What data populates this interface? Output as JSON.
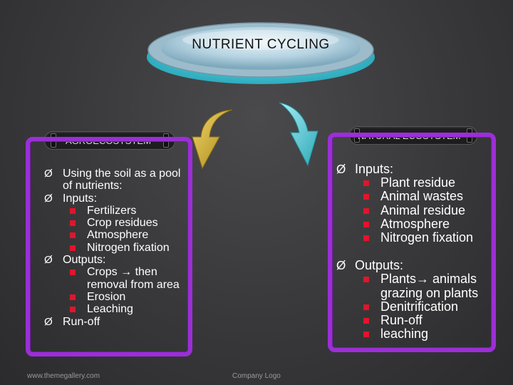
{
  "title": "NUTRIENT CYCLING",
  "left_panel": {
    "tab_label": "AGROECOSYSTEM",
    "items": [
      {
        "text": "Using the soil as a pool of nutrients:",
        "sub": []
      },
      {
        "text": "Inputs:",
        "sub": [
          "Fertilizers",
          "Crop residues",
          "Atmosphere",
          "Nitrogen fixation"
        ]
      },
      {
        "text": "Outputs:",
        "sub": [
          "Crops → then removal from area",
          "Erosion",
          "Leaching"
        ]
      },
      {
        "text": "Run-off",
        "sub": []
      }
    ]
  },
  "right_panel": {
    "tab_label": "NATURAL ECOSYSTEM",
    "items": [
      {
        "text": "Inputs:",
        "sub": [
          "Plant residue",
          "Animal wastes",
          "Animal residue",
          "Atmosphere",
          "Nitrogen fixation"
        ]
      },
      {
        "text": "Outputs:",
        "sub": [
          "Plants→ animals grazing on plants",
          "Denitrification",
          "Run-off",
          "leaching"
        ]
      }
    ]
  },
  "bullet_glyph": "Ø",
  "footer": {
    "website": "www.themegallery.com",
    "logo": "Company Logo"
  },
  "colors": {
    "panel_border": "#9b2fd6",
    "sub_bullet": "#e0152b",
    "title_oval": "#9fc3d4",
    "left_arrow": "#d4b42a",
    "right_arrow": "#4fc3cf"
  }
}
